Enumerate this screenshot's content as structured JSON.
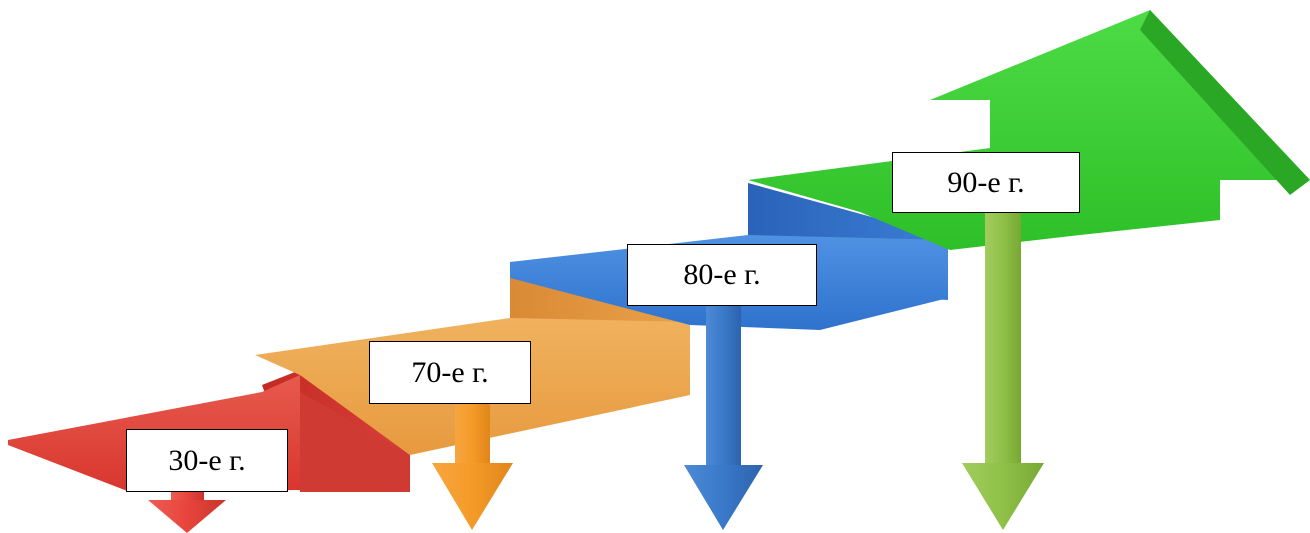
{
  "colors": {
    "step1": "#e0433a",
    "step2": "#eda24a",
    "step3": "#3d82d9",
    "step4": "#35c930",
    "arrow_orange": "#f59a28",
    "arrow_blue": "#3a78c9",
    "arrow_olive": "#8fc048",
    "arrow_red": "#e8453c"
  },
  "decades": [
    {
      "label": "30-е г.",
      "arrow_color": "arrow_red"
    },
    {
      "label": "70-е г.",
      "arrow_color": "arrow_orange"
    },
    {
      "label": "80-е г.",
      "arrow_color": "arrow_blue"
    },
    {
      "label": "90-е г.",
      "arrow_color": "arrow_olive"
    }
  ]
}
